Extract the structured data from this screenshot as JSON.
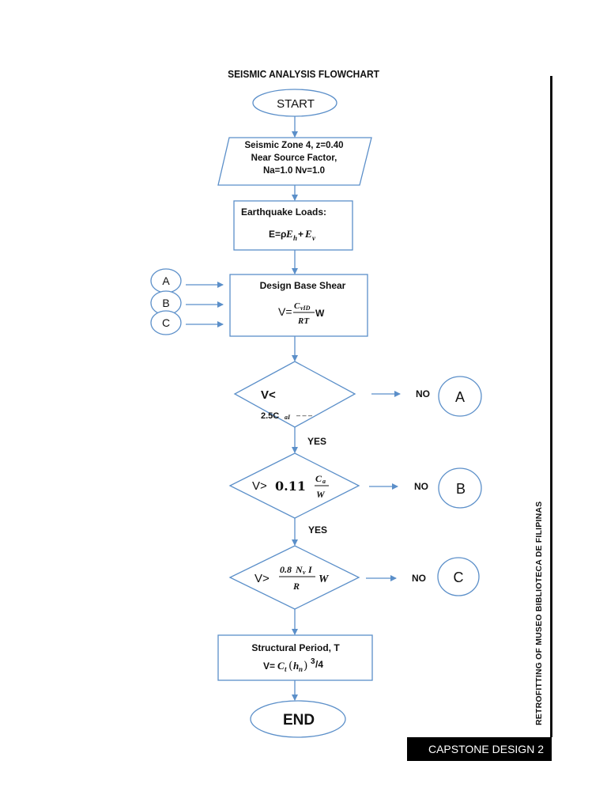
{
  "title": "SEISMIC ANALYSIS FLOWCHART",
  "start": "START",
  "end": "END",
  "input": {
    "line1": "Seismic Zone 4, z=0.40",
    "line2": "Near Source Factor,",
    "line3": "Na=1.0 Nv=1.0"
  },
  "eq_loads": {
    "heading": "Earthquake Loads:",
    "formula": "E=ρEh+Ev"
  },
  "base_shear": {
    "heading": "Design Base Shear",
    "formula": "V=CvID/RT W"
  },
  "checks": [
    {
      "formula": "V< 2.5CaI...",
      "yes": "YES",
      "no": "NO",
      "connector": "A"
    },
    {
      "formula": "V> 0.11 Ca/W",
      "yes": "YES",
      "no": "NO",
      "connector": "B"
    },
    {
      "formula": "V> 0.8NvI/R W",
      "no": "NO",
      "connector": "C"
    }
  ],
  "connectors_in": [
    "A",
    "B",
    "C"
  ],
  "period": {
    "heading": "Structural Period, T",
    "formula": "V=Ct(hn)^3/4"
  },
  "sidebar_text": "RETROFITTING OF MUSEO BIBLIOTECA DE FILIPINAS",
  "footer": "CAPSTONE DESIGN 2",
  "colors": {
    "flow_line": "#5b8fc9",
    "shape_stroke": "#5b8fc9"
  }
}
